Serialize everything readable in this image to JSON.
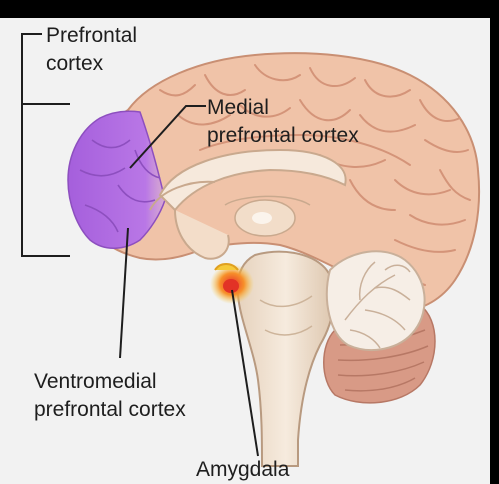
{
  "labels": {
    "prefrontal": "Prefrontal\ncortex",
    "medial": "Medial\nprefrontal cortex",
    "ventromedial": "Ventromedial\nprefrontal cortex",
    "amygdala": "Amygdala"
  },
  "colors": {
    "frame": "#000000",
    "background": "#f2f2f2",
    "cortex": "#f0c3a8",
    "cortex_fold": "#d49479",
    "prefrontal_highlight": "#b06ee0",
    "brainstem": "#f3e4d2",
    "amygdala_highlight": "#f5c02a",
    "cerebellum": "#f6eee6",
    "leader_line": "#1e1e1e"
  }
}
